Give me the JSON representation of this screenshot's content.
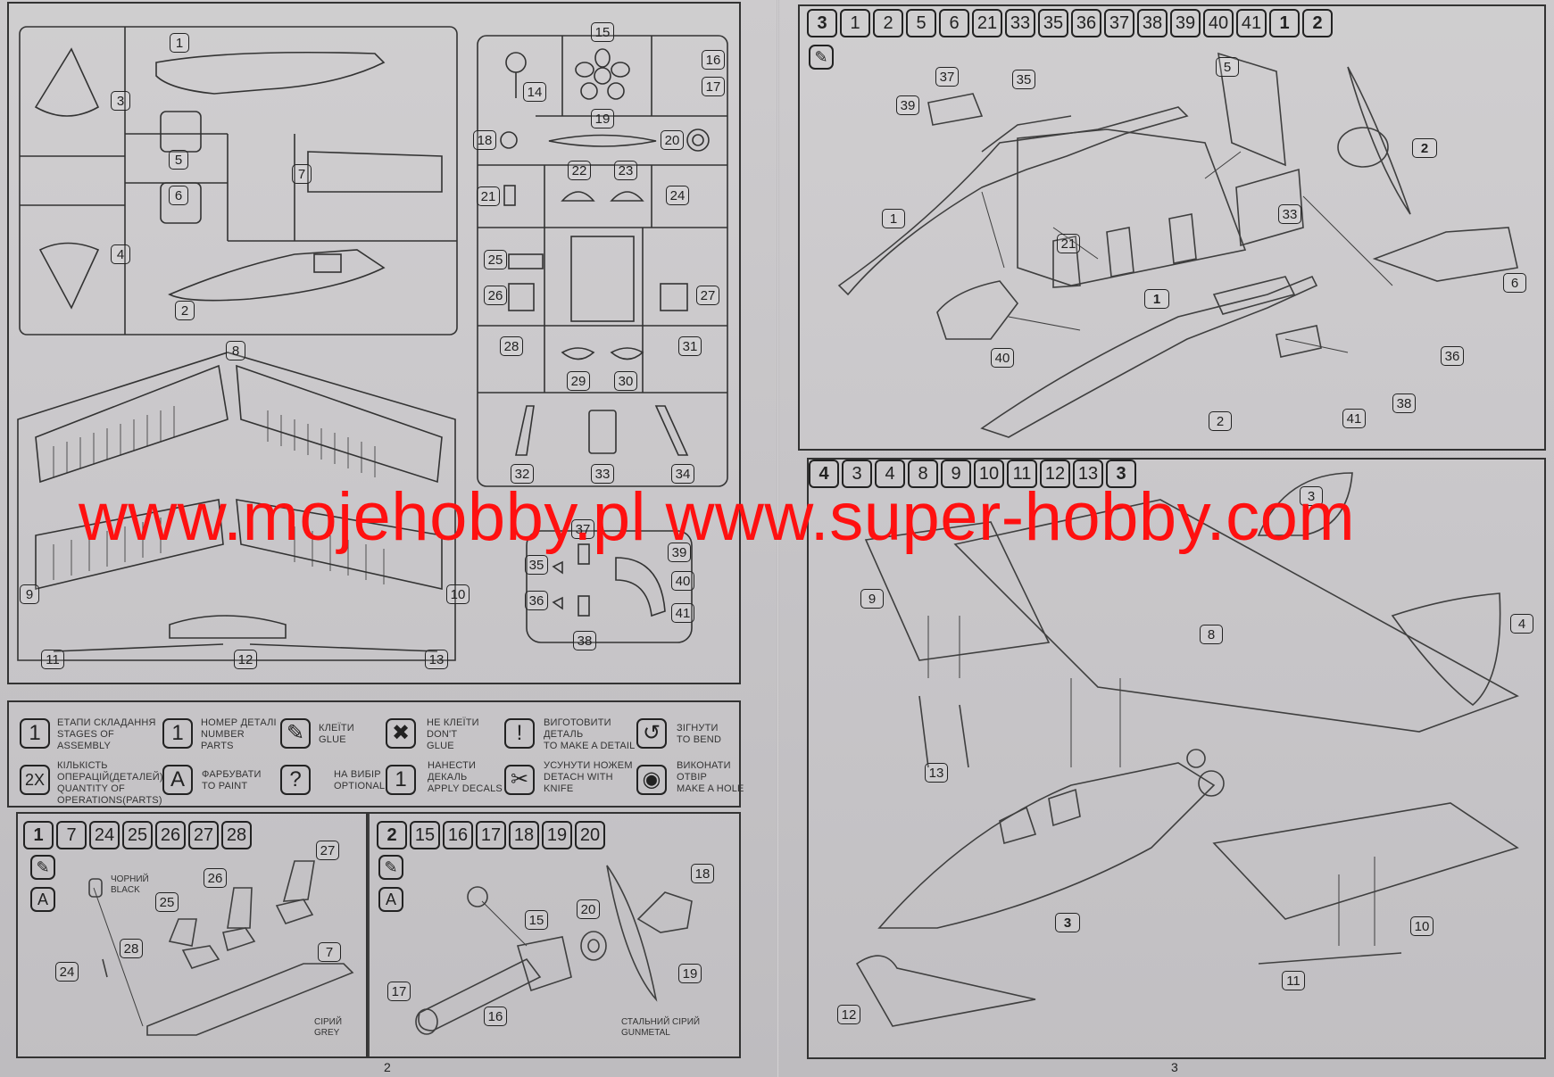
{
  "watermark": "www.mojehobby.pl www.super-hobby.com",
  "page_numbers": {
    "left": "2",
    "right": "3"
  },
  "sprue_a": {
    "parts": [
      "1",
      "2",
      "3",
      "4",
      "5",
      "6",
      "7",
      "8",
      "9",
      "10",
      "11",
      "12",
      "13"
    ]
  },
  "sprue_b": {
    "parts": [
      "14",
      "15",
      "16",
      "17",
      "18",
      "19",
      "20",
      "21",
      "22",
      "23",
      "24",
      "25",
      "26",
      "27",
      "28",
      "29",
      "30",
      "31",
      "32",
      "33",
      "34"
    ]
  },
  "clear_sprue": {
    "parts": [
      "35",
      "36",
      "37",
      "38",
      "39",
      "40",
      "41"
    ]
  },
  "legend": {
    "assembly_stages": "ЕТАПИ СКЛАДАННЯ\nSTAGES OF\nASSEMBLY",
    "part_number": "НОМЕР ДЕТАЛІ\nNUMBER\nPARTS",
    "glue": "КЛЕЇТИ\nGLUE",
    "dont_glue": "НЕ КЛЕЇТИ\nDON'T\nGLUE",
    "make_detail": "ВИГОТОВИТИ\nДЕТАЛЬ\nTO MAKE A DETAIL",
    "bend": "ЗІГНУТИ\nTO BEND",
    "quantity": "КІЛЬКІСТЬ\nОПЕРАЦІЙ(ДЕТАЛЕЙ)\nQUANTITY OF\nOPERATIONS(PARTS)",
    "paint": "ФАРБУВАТИ\nTO PAINT",
    "optional": "НА ВИБІР\nOPTIONAL",
    "apply_decals": "НАНЕСТИ\nДЕКАЛЬ\nAPPLY DECALS",
    "knife": "УСУНУТИ НОЖЕМ\nDETACH WITH\nKNIFE",
    "hole": "ВИКОНАТИ\nОТВІР\nMAKE A HOLE",
    "icons": {
      "stage": "1",
      "part": "1",
      "quantity": "2X",
      "paint": "A",
      "optional": "?",
      "decals": "1",
      "detail": "!"
    }
  },
  "step1": {
    "header": [
      "1",
      "7",
      "24",
      "25",
      "26",
      "27",
      "28"
    ],
    "black_label": "ЧОРНИЙ\nBLACK",
    "grey_label": "СІРИЙ\nGREY",
    "parts": [
      "27",
      "26",
      "25",
      "28",
      "24",
      "7"
    ]
  },
  "step2": {
    "header": [
      "2",
      "15",
      "16",
      "17",
      "18",
      "19",
      "20"
    ],
    "gunmetal_label": "СТАЛЬНИЙ СІРИЙ\nGUNMETAL",
    "parts": [
      "18",
      "15",
      "20",
      "19",
      "17",
      "16"
    ]
  },
  "step3": {
    "header": [
      "3",
      "1",
      "2",
      "5",
      "6",
      "21",
      "33",
      "35",
      "36",
      "37",
      "38",
      "39",
      "40",
      "41",
      "1",
      "2"
    ],
    "parts": [
      "37",
      "35",
      "39",
      "5",
      "2",
      "1",
      "21",
      "33",
      "1",
      "6",
      "40",
      "36",
      "41",
      "38",
      "2"
    ]
  },
  "step4": {
    "header": [
      "4",
      "3",
      "4",
      "8",
      "9",
      "10",
      "11",
      "12",
      "13",
      "3"
    ],
    "parts": [
      "3",
      "9",
      "8",
      "4",
      "13",
      "3",
      "10",
      "11",
      "12"
    ]
  },
  "colors": {
    "ink": "#222222",
    "watermark": "#ff1010",
    "paper": "#c9c7c9"
  }
}
